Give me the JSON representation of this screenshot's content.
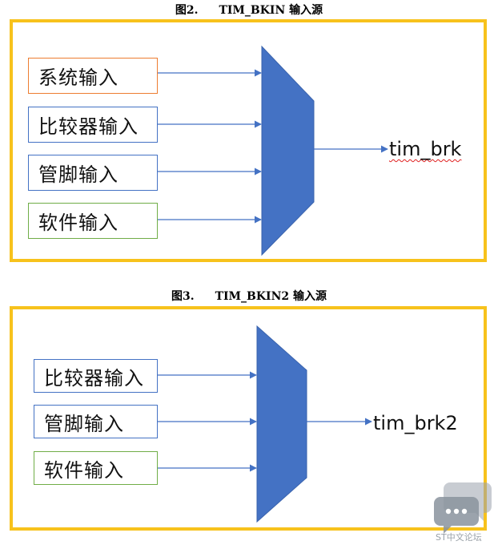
{
  "figure2": {
    "number": "图2.",
    "title": "TIM_BKIN 输入源",
    "inputs": [
      "系统输入",
      "比较器输入",
      "管脚输入",
      "软件输入"
    ],
    "output": "tim_brk"
  },
  "figure3": {
    "number": "图3.",
    "title": "TIM_BKIN2 输入源",
    "inputs": [
      "比较器输入",
      "管脚输入",
      "软件输入"
    ],
    "output": "tim_brk2"
  },
  "watermark": {
    "text": "ST中文论坛",
    "icon": "chat-bubbles-icon"
  },
  "colors": {
    "frame": "#f7c21c",
    "mux": "#4472c4",
    "wire": "#4472c4",
    "border_orange": "#ed7d31",
    "border_blue": "#4472c4",
    "border_green": "#70ad47"
  }
}
